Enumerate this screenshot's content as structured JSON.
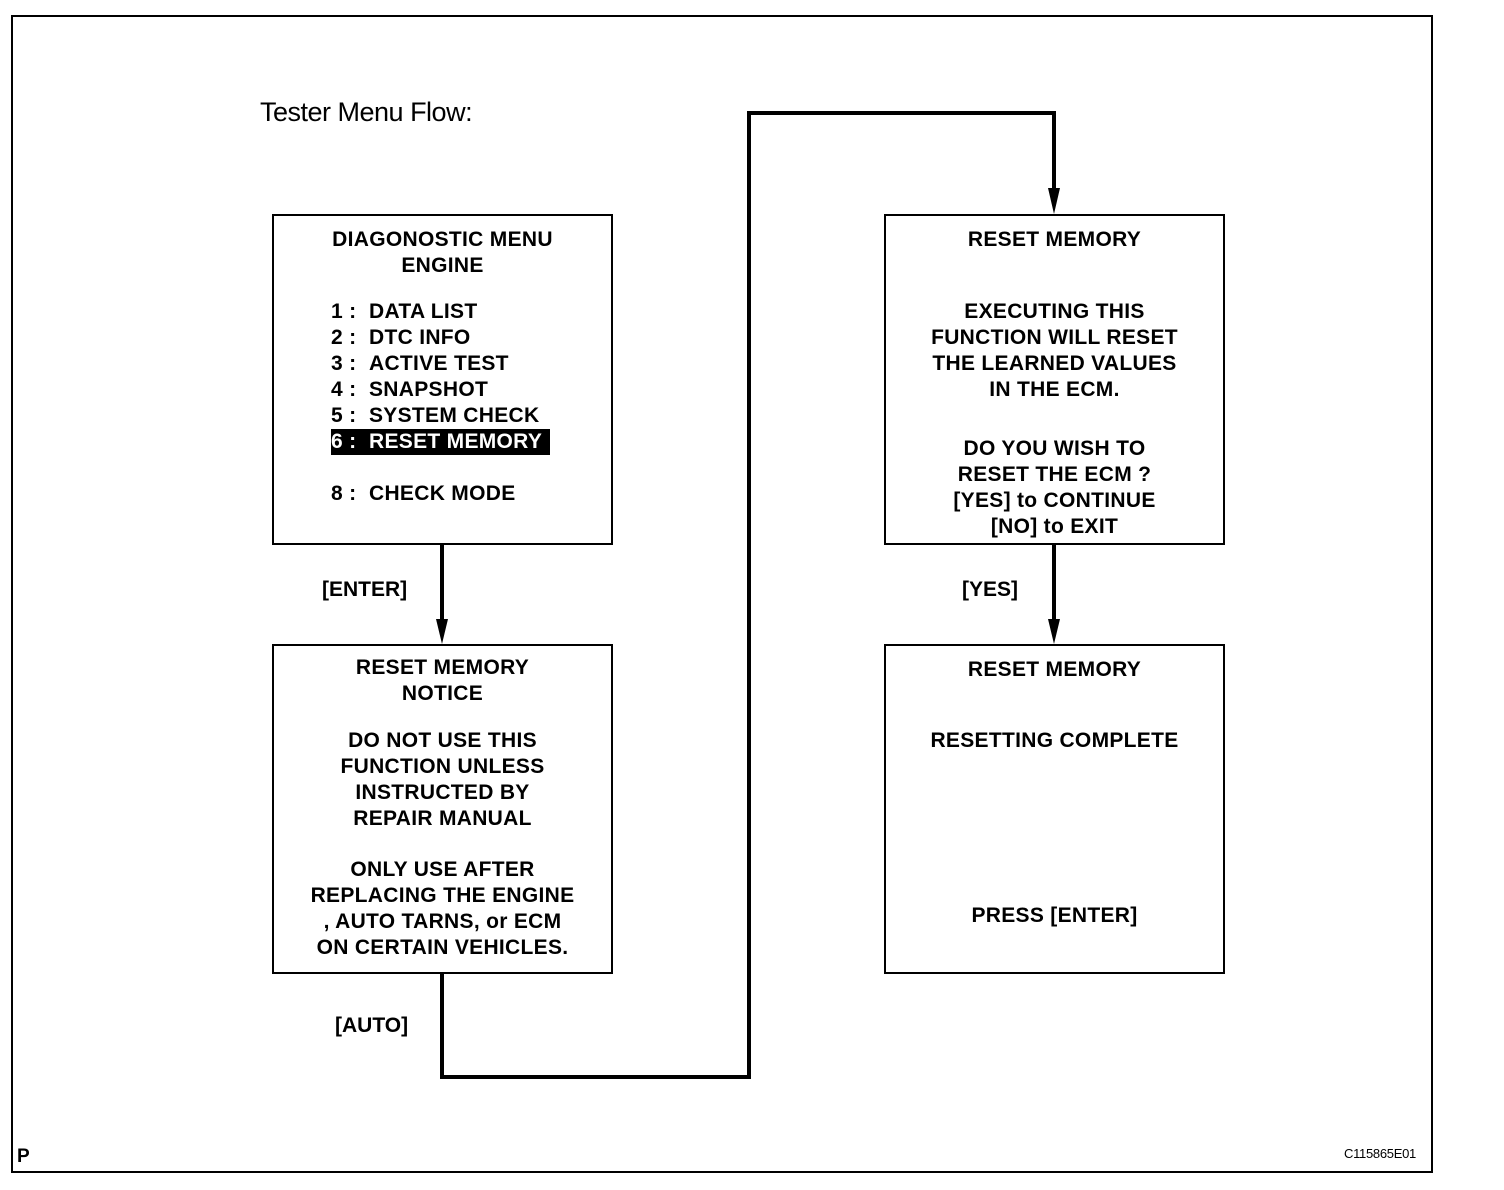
{
  "heading": "Tester Menu Flow:",
  "boxes": {
    "diagnostic_menu": {
      "title_line1": "DIAGONOSTIC  MENU",
      "title_line2": "ENGINE",
      "items": [
        {
          "num": "1 :",
          "label": "DATA  LIST"
        },
        {
          "num": "2 :",
          "label": "DTC  INFO"
        },
        {
          "num": "3 :",
          "label": "ACTIVE  TEST"
        },
        {
          "num": "4 :",
          "label": "SNAPSHOT"
        },
        {
          "num": "5 :",
          "label": "SYSTEM  CHECK"
        },
        {
          "num": "6 :",
          "label": "RESET  MEMORY"
        },
        {
          "num": "8 :",
          "label": "CHECK  MODE"
        }
      ]
    },
    "reset_notice": {
      "lines": [
        "RESET  MEMORY",
        "NOTICE",
        "DO  NOT  USE  THIS",
        "FUNCTION  UNLESS",
        "INSTRUCTED  BY",
        "REPAIR  MANUAL",
        "ONLY  USE  AFTER",
        "REPLACING  THE  ENGINE",
        ",  AUTO  TARNS,  or  ECM",
        "ON  CERTAIN  VEHICLES."
      ]
    },
    "reset_confirm": {
      "lines": [
        "RESET  MEMORY",
        "EXECUTING  THIS",
        "FUNCTION  WILL  RESET",
        "THE  LEARNED  VALUES",
        "IN  THE  ECM.",
        "DO  YOU  WISH  TO",
        "RESET  THE  ECM ?",
        "[YES]  to  CONTINUE",
        "[NO]  to  EXIT"
      ]
    },
    "reset_complete": {
      "lines": [
        "RESET  MEMORY",
        "RESETTING  COMPLETE",
        "PRESS  [ENTER]"
      ]
    }
  },
  "keys": {
    "enter": "[ENTER]",
    "auto": "[AUTO]",
    "yes": "[YES]"
  },
  "corner_label": "P",
  "figure_id": "C115865E01"
}
